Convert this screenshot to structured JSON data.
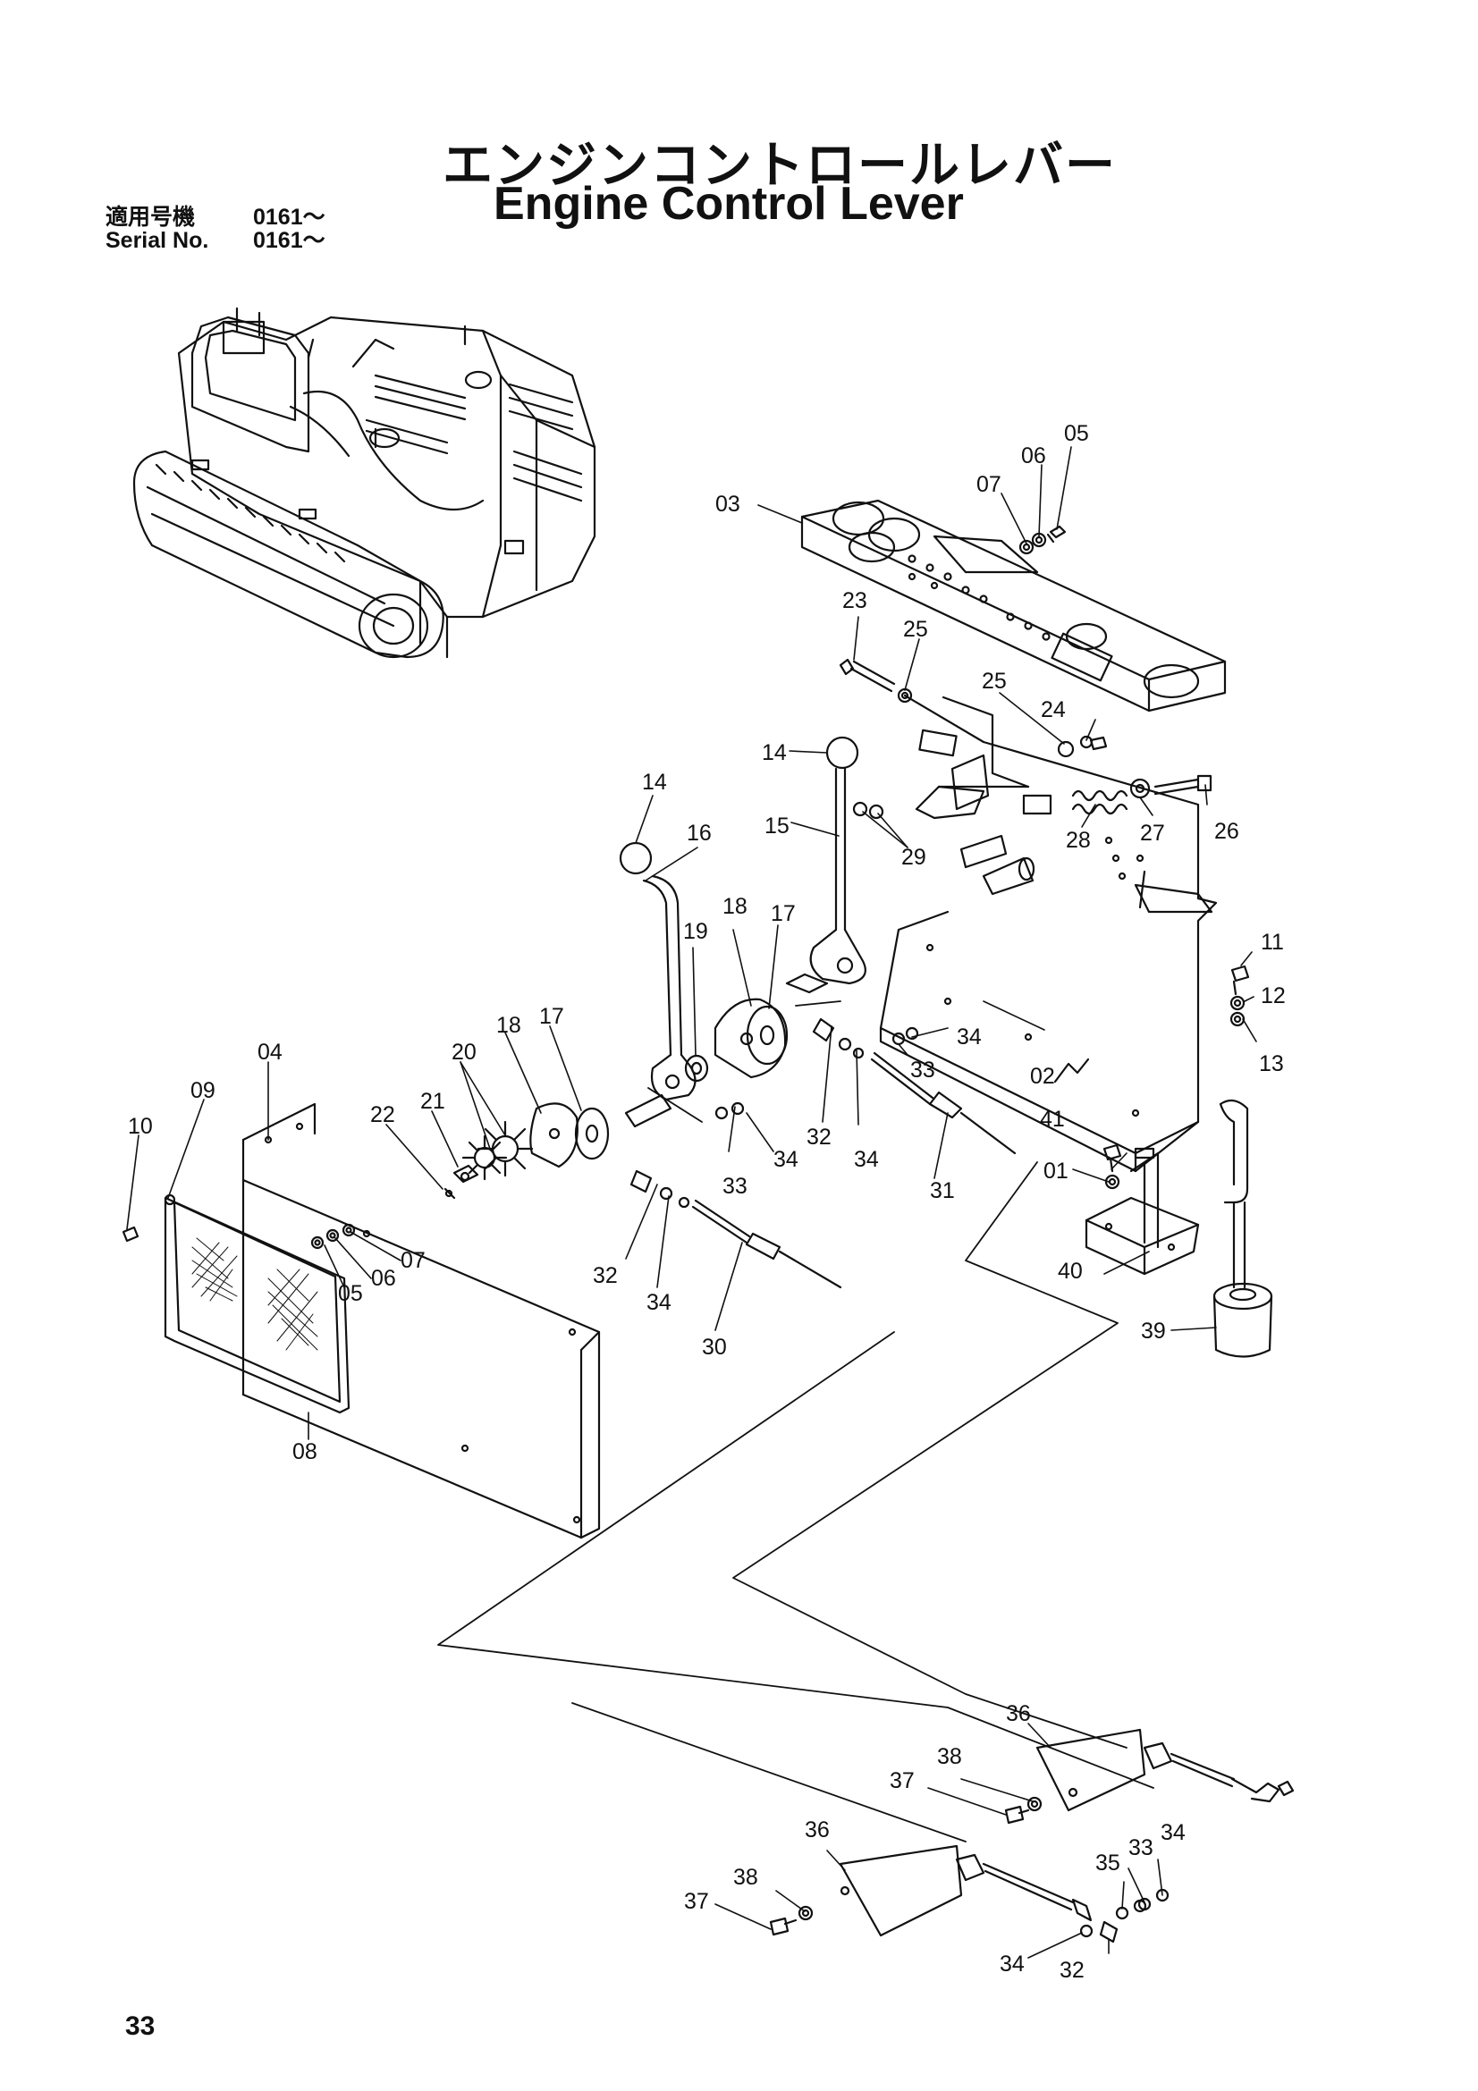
{
  "title": {
    "japanese": "エンジンコントロールレバー",
    "english": "Engine Control Lever"
  },
  "serial": {
    "japanese_label": "適用号機",
    "japanese_value": "0161～",
    "english_label": "Serial No.",
    "english_value": "0161～"
  },
  "page_number": "33",
  "callouts": [
    "01",
    "02",
    "03",
    "04",
    "05",
    "06",
    "07",
    "08",
    "09",
    "10",
    "11",
    "12",
    "13",
    "14",
    "15",
    "16",
    "17",
    "18",
    "19",
    "20",
    "21",
    "22",
    "23",
    "24",
    "25",
    "26",
    "27",
    "28",
    "29",
    "30",
    "31",
    "32",
    "33",
    "34",
    "35",
    "36",
    "37",
    "38",
    "39",
    "40",
    "41"
  ],
  "colors": {
    "ink": "#111111",
    "paper": "#ffffff"
  }
}
